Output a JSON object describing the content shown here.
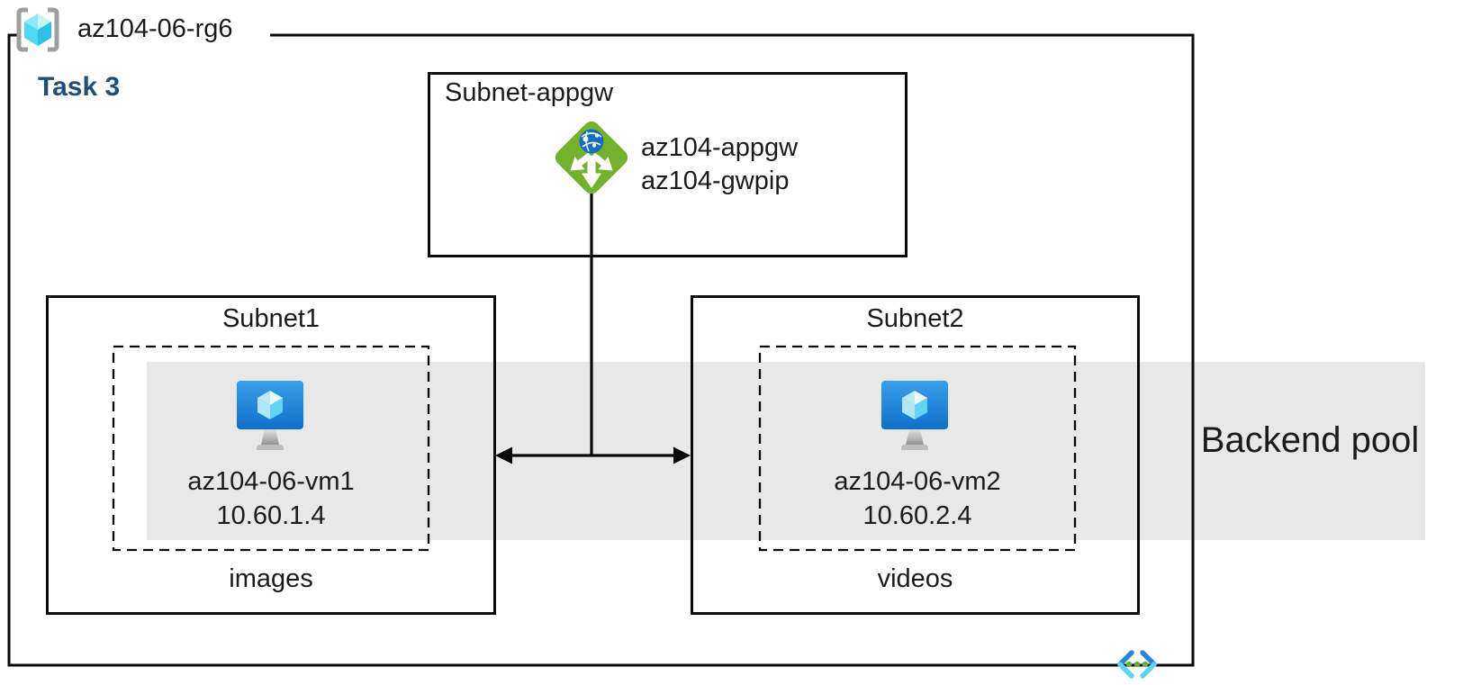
{
  "resource_group": {
    "name": "az104-06-rg6"
  },
  "task_label": "Task 3",
  "appgw_subnet": {
    "title": "Subnet-appgw",
    "gateway_name": "az104-appgw",
    "public_ip_name": "az104-gwpip"
  },
  "subnet1": {
    "title": "Subnet1",
    "vm_name": "az104-06-vm1",
    "vm_ip": "10.60.1.4",
    "storage_label": "images"
  },
  "subnet2": {
    "title": "Subnet2",
    "vm_name": "az104-06-vm2",
    "vm_ip": "10.60.2.4",
    "storage_label": "videos"
  },
  "backend_pool": {
    "label": "Backend pool"
  },
  "icons": {
    "resource_group": "resource-group-icon",
    "application_gateway": "application-gateway-icon",
    "virtual_machine": "virtual-machine-icon",
    "virtual_network": "virtual-network-icon"
  },
  "colors": {
    "band-gray": "#e9e8e8",
    "line-black": "#0a0a0a",
    "text-black": "#1b1b1b",
    "task-navy": "#1f4e79",
    "appgw-green": "#74b22d",
    "globe-blue": "#1470be",
    "vm-blue": "#1b7fd6",
    "rg-bracket-gray": "#9e9e9e",
    "vnet-blue": "#2b87d2",
    "vnet-cyan": "#59d5f5",
    "vnet-dot-green": "#67b331"
  }
}
